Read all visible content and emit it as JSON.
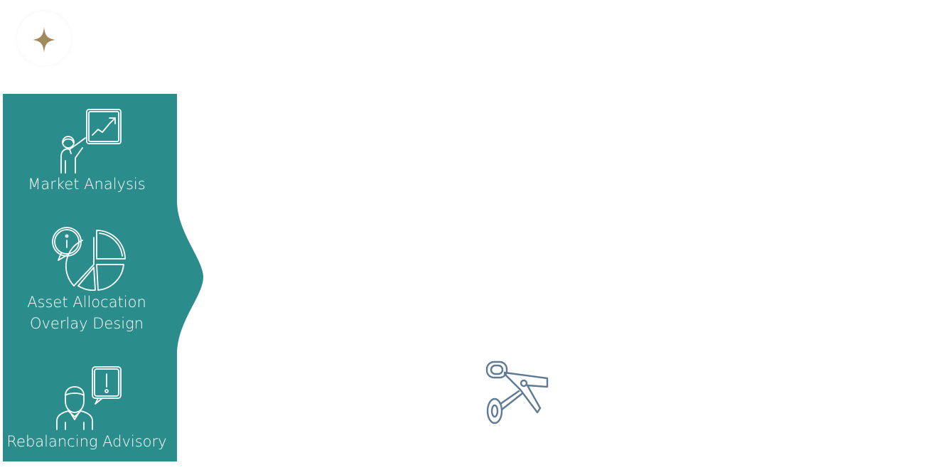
{
  "logo": {
    "icon": "sparkle-star-icon",
    "color": "#a08a5b"
  },
  "panel": {
    "background": "#2b8c8c",
    "services": [
      {
        "label": "Market Analysis",
        "icon": "analyst-chart-icon"
      },
      {
        "label_line1": "Asset Allocation",
        "label_line2": "Overlay Design",
        "icon": "pie-chart-info-icon"
      },
      {
        "label": "Rebalancing Advisory",
        "icon": "advisor-alert-icon"
      }
    ]
  },
  "canvas": {
    "icon": "scissors-icon",
    "color": "#5e7a94"
  }
}
